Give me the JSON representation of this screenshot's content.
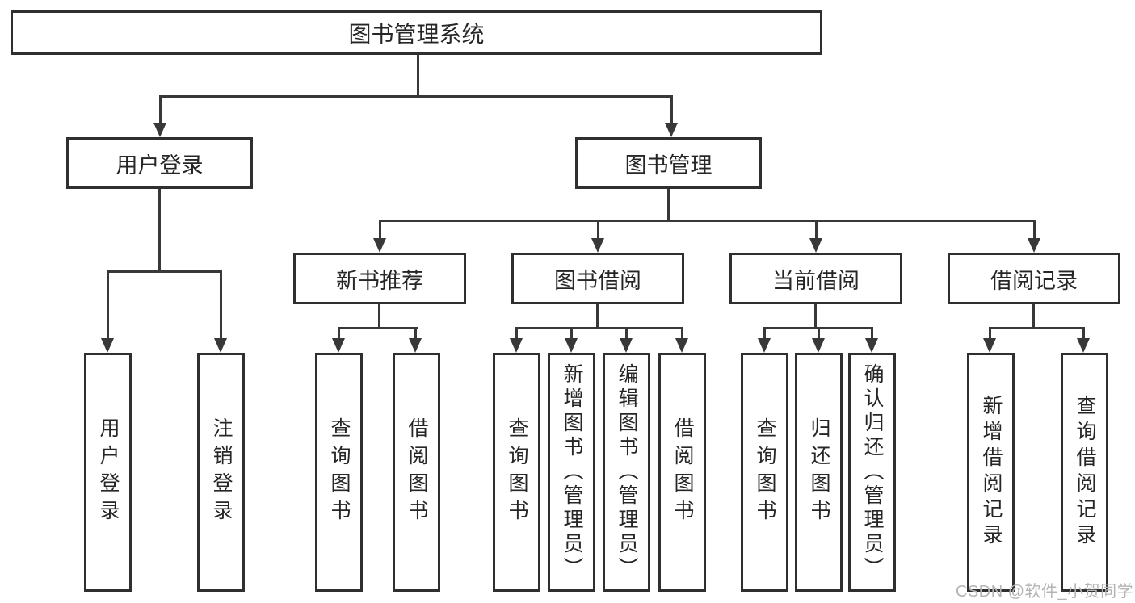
{
  "diagram": {
    "root": "图书管理系统",
    "level2": [
      "用户登录",
      "图书管理"
    ],
    "level3": [
      "新书推荐",
      "图书借阅",
      "当前借阅",
      "借阅记录"
    ],
    "leaves": [
      "用户登录",
      "注销登录",
      "查询图书",
      "借阅图书",
      "查询图书",
      "新增图书（管理员）",
      "编辑图书（管理员）",
      "借阅图书",
      "查询图书",
      "归还图书",
      "确认归还（管理员）",
      "新增借阅记录",
      "查询借阅记录"
    ]
  },
  "watermark": "CSDN @软件_小贺同学",
  "colors": {
    "background": "#ffffff",
    "line": "#383838",
    "box_border": "#2f2f2f",
    "text": "#262626",
    "watermark": "#b4b4b4"
  }
}
